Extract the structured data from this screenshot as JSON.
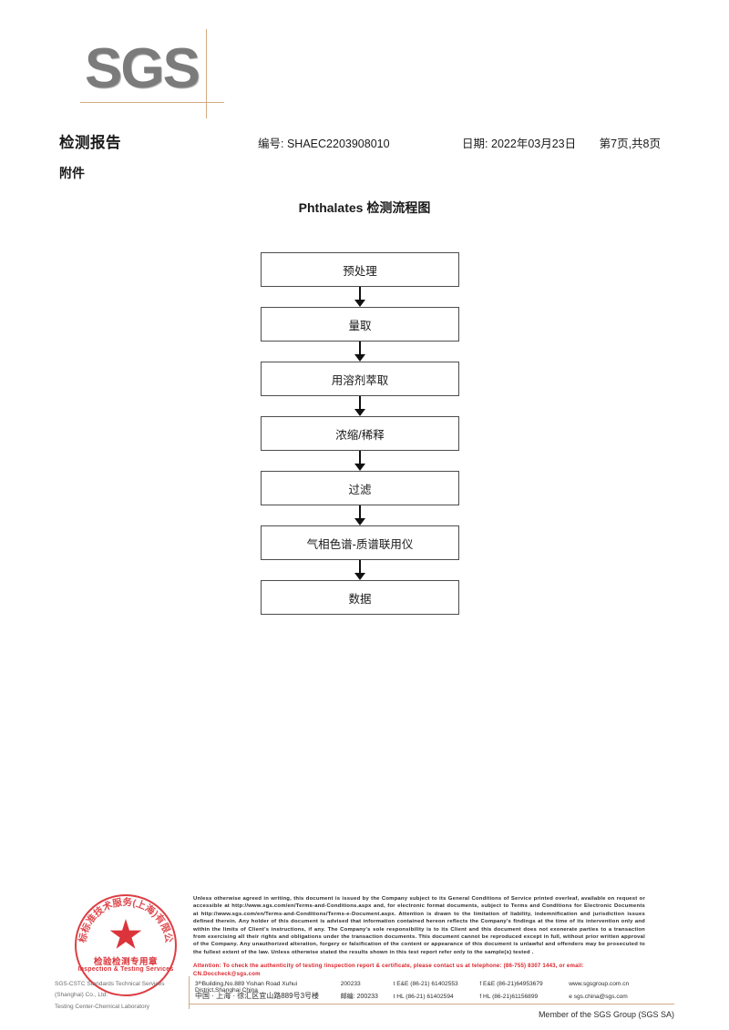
{
  "logo": {
    "text": "SGS",
    "accent_color": "#d2aa82",
    "text_color": "#7b7b7b"
  },
  "header": {
    "report_title": "检测报告",
    "attachment_label": "附件",
    "report_no_label": "编号:",
    "report_no": "SHAEC2203908010",
    "date_label": "日期:",
    "date": "2022年03月23日",
    "page_info": "第7页,共8页"
  },
  "flowchart": {
    "title": "Phthalates 检测流程图",
    "steps": [
      {
        "label": "预处理"
      },
      {
        "label": "量取"
      },
      {
        "label": "用溶剂萃取"
      },
      {
        "label": "浓缩/稀释"
      },
      {
        "label": "过滤"
      },
      {
        "label": "气相色谱-质谱联用仪"
      },
      {
        "label": "数据"
      }
    ]
  },
  "seal": {
    "arc_top_text": "通标标准技术服务(上海)有限公司",
    "center_cn": "检验检测专用章",
    "center_en": "Inspection & Testing Services",
    "color": "#d8232a"
  },
  "company": {
    "line1": "SGS-CSTC Standards Technical Services (Shanghai) Co., Ltd.",
    "line2": "Testing Center-Chemical Laboratory"
  },
  "footer": {
    "legal_text": "Unless otherwise agreed in writing, this document is issued by the Company subject to its General Conditions of Service printed overleaf, available on request or accessible at http://www.sgs.com/en/Terms-and-Conditions.aspx and, for electronic format documents, subject to Terms and Conditions for Electronic Documents at http://www.sgs.com/en/Terms-and-Conditions/Terms-e-Document.aspx. Attention is drawn to the limitation of liability, indemnification and jurisdiction issues defined therein. Any holder of this document is advised that information contained hereon reflects the Company's findings at the time of its intervention only and within the limits of Client's instructions, if any. The Company's sole responsibility is to its Client and this document does not exonerate parties to a transaction from exercising all their rights and obligations under the transaction documents. This document cannot be reproduced except in full, without prior written approval of the Company. Any unauthorized alteration, forgery or falsification of the content or appearance of this document is unlawful and offenders may be prosecuted to the fullest extent of the law. Unless otherwise stated the results shown in this test report refer only to the sample(s) tested .",
    "attention_text": "Attention: To check the authenticity of testing /inspection report & certificate, please contact us at telephone: (86-755) 8307 1443, or email: CN.Doccheck@sgs.com",
    "attention_color": "#d8232a",
    "address_rows": [
      {
        "address": "3ᵗʰBuilding,No.889 Yishan Road Xuhui District,Shanghai China",
        "postcode": "200233",
        "phone1": "t E&E (86-21) 61402553",
        "phone2": "f E&E (86-21)64953679",
        "web": "www.sgsgroup.com.cn"
      },
      {
        "address": "中国 · 上海 · 徐汇区宜山路889号3号楼",
        "postcode_label": "邮编:",
        "postcode": "200233",
        "phone1": "t HL (86-21) 61402594",
        "phone2": "f HL (86-21)61156899",
        "web": "e sgs.china@sgs.com"
      }
    ],
    "member_line": "Member of the SGS Group (SGS SA)"
  }
}
